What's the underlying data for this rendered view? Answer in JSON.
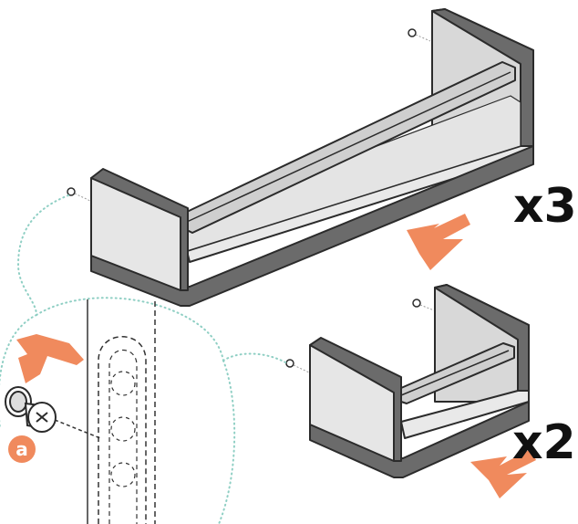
{
  "diagram": {
    "large_shelf": {
      "quantity_label": "x3"
    },
    "small_shelf": {
      "quantity_label": "x2"
    },
    "screw": {
      "part_label": "a"
    }
  },
  "colors": {
    "accent_orange": "#F08A5D",
    "panel_light": "#E6E6E6",
    "frame_dark": "#6B6B6B",
    "outline": "#2B2B2B",
    "guide_dots": "#8FCFC4",
    "hidden_line": "#333333"
  }
}
